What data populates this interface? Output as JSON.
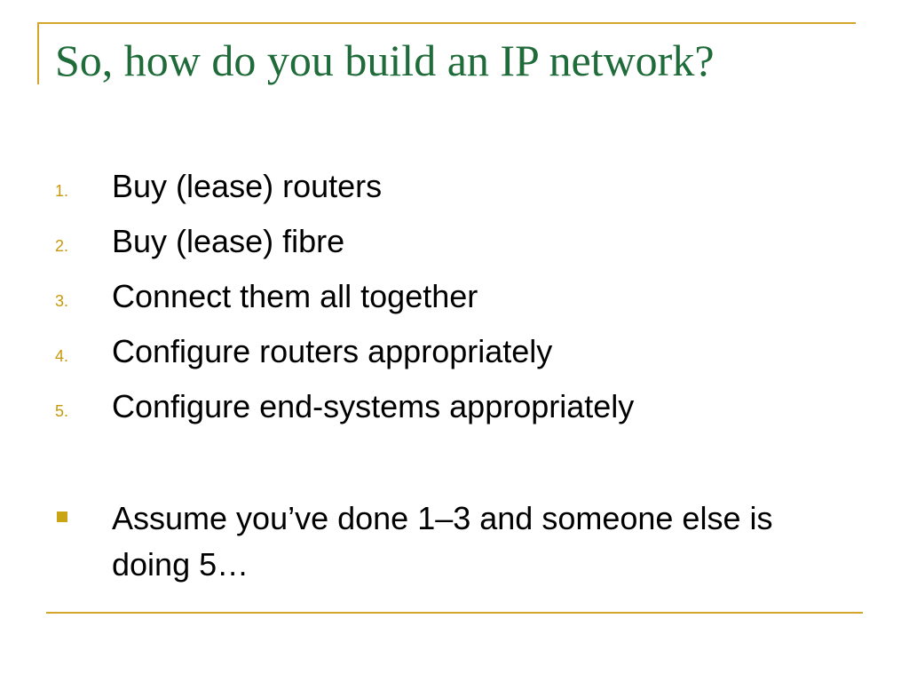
{
  "slide": {
    "title": "So, how do you build an IP network?",
    "steps": [
      {
        "number": "1.",
        "text": "Buy (lease) routers"
      },
      {
        "number": "2.",
        "text": "Buy (lease) fibre"
      },
      {
        "number": "3.",
        "text": "Connect them all together"
      },
      {
        "number": "4.",
        "text": "Configure routers appropriately"
      },
      {
        "number": "5.",
        "text": "Configure end-systems appropriately"
      }
    ],
    "note": {
      "bullet_icon": "square-bullet-icon",
      "text": "Assume you’ve done 1–3 and someone else is doing 5…"
    }
  },
  "colors": {
    "title": "#1F6B39",
    "accent": "#D4A72C",
    "numbering": "#C9980A",
    "body_text": "#000000"
  }
}
